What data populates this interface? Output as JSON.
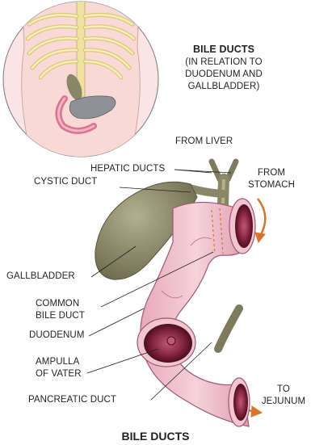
{
  "inset": {
    "title": "BILE DUCTS",
    "subtitle_lines": [
      "(IN RELATION TO",
      "DUODENUM AND",
      "GALLBLADDER)"
    ]
  },
  "labels": {
    "from_liver": "FROM LIVER",
    "hepatic_ducts": "HEPATIC DUCTS",
    "cystic_duct": "CYSTIC DUCT",
    "from_stomach": [
      "FROM",
      "STOMACH"
    ],
    "gallbladder": "GALLBLADDER",
    "common_bile_duct": [
      "COMMON",
      "BILE DUCT"
    ],
    "duodenum": "DUODENUM",
    "ampulla_of_vater": [
      "AMPULLA",
      "OF VATER"
    ],
    "pancreatic_duct": "PANCREATIC DUCT",
    "to_jejunum": [
      "TO",
      "JEJUNUM"
    ]
  },
  "caption": "BILE DUCTS",
  "colors": {
    "flow_arrow": "#d9742a",
    "gallbladder": "#8a8768",
    "duodenum": "#eab6c4",
    "lumen": "#7a1f3a",
    "ribcage": "#f5e9a8",
    "inset_bg": "#fbe4e4"
  }
}
